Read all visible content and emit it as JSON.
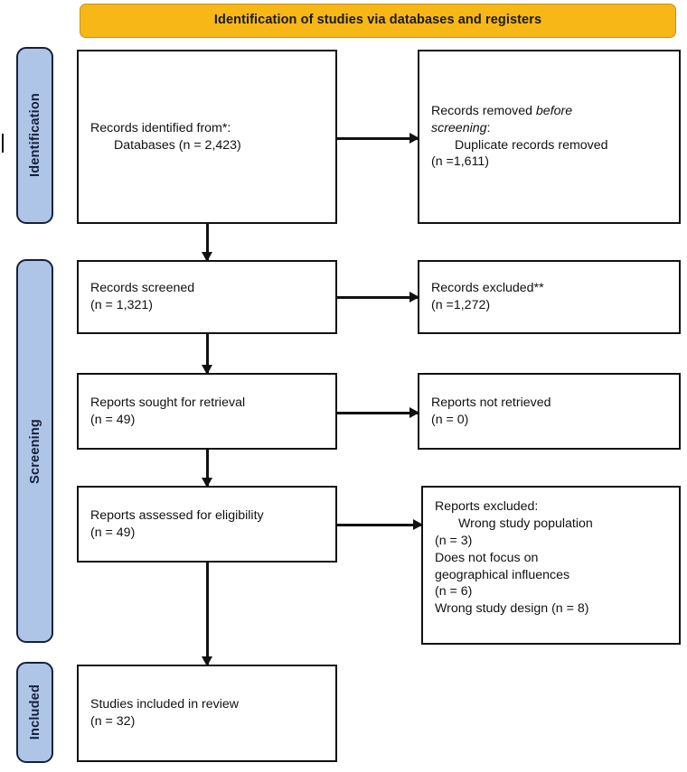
{
  "banner": {
    "title": "Identification of studies via databases and registers",
    "bg_color": "#F6B717"
  },
  "stages": [
    {
      "id": "identification",
      "label": "Identification",
      "bg_color": "#AFC5E8"
    },
    {
      "id": "screening",
      "label": "Screening",
      "bg_color": "#AFC5E8"
    },
    {
      "id": "included",
      "label": "Included",
      "bg_color": "#AFC5E8"
    }
  ],
  "boxes": {
    "identified": {
      "line1": "Records identified from*:",
      "line2": "Databases (n = 2,423)"
    },
    "removed": {
      "line1_pre": "Records removed ",
      "line1_em": "before",
      "line2_em": "screening",
      "line2_post": ":",
      "line3": "Duplicate records removed",
      "line4": "(n =1,611)"
    },
    "screened": {
      "line1": "Records screened",
      "line2": "(n = 1,321)"
    },
    "excluded_records": {
      "line1": "Records excluded**",
      "line2": "(n =1,272)"
    },
    "sought": {
      "line1": "Reports sought for retrieval",
      "line2": "(n = 49)"
    },
    "not_retrieved": {
      "line1": "Reports not retrieved",
      "line2": "(n = 0)"
    },
    "assessed": {
      "line1": "Reports assessed for eligibility",
      "line2": "(n = 49)"
    },
    "excluded_reports": {
      "line1": "Reports excluded:",
      "line2": "Wrong study population",
      "line3": "(n = 3)",
      "line4": "Does not focus on",
      "line5": "geographical influences",
      "line6": "(n = 6)",
      "line7": "Wrong study design (n = 8)"
    },
    "included": {
      "line1": "Studies included in review",
      "line2": "(n = 32)"
    }
  }
}
